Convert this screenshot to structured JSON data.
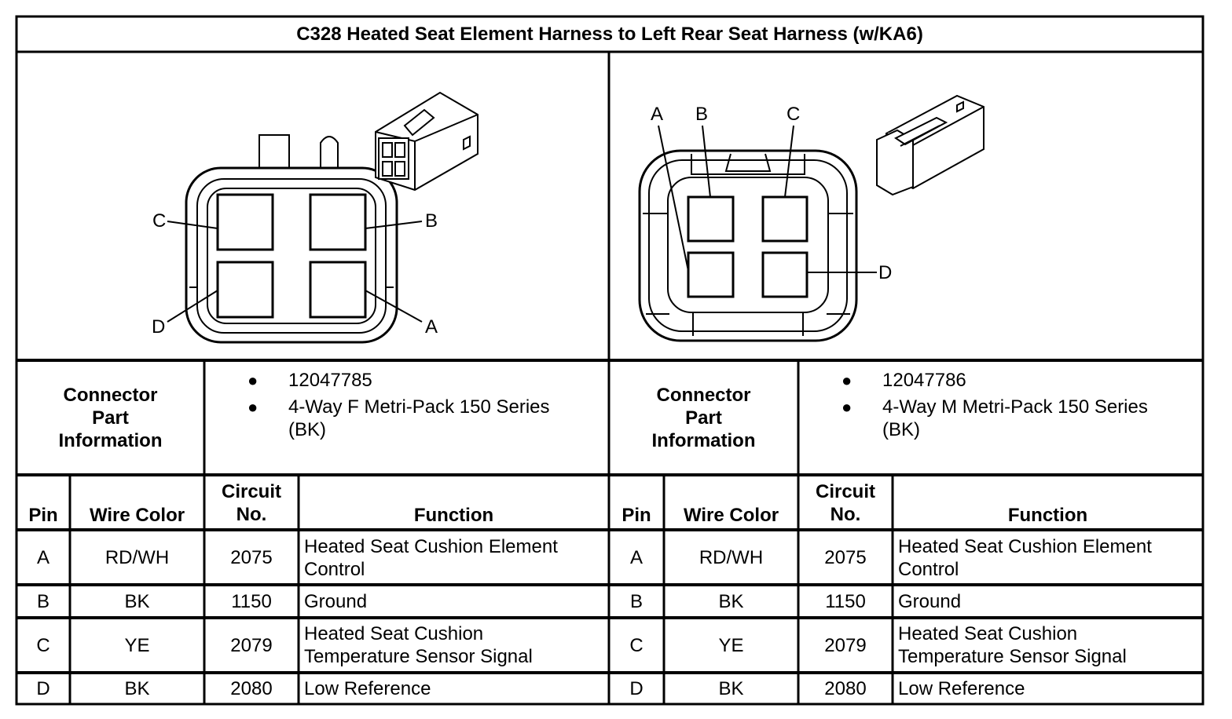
{
  "title": "C328 Heated Seat Element Harness to Left Rear Seat Harness (w/KA6)",
  "left": {
    "pin_labels": [
      "A",
      "B",
      "C",
      "D"
    ],
    "connector_info_label": "Connector Part Information",
    "part_number": "12047785",
    "description": "4-Way F Metri-Pack 150 Series",
    "color": "(BK)"
  },
  "right": {
    "pin_labels": [
      "A",
      "B",
      "C",
      "D"
    ],
    "connector_info_label": "Connector Part Information",
    "part_number": "12047786",
    "description": "4-Way M Metri-Pack 150 Series",
    "color": "(BK)"
  },
  "table": {
    "headers": {
      "pin": "Pin",
      "wire_color": "Wire Color",
      "circuit_line1": "Circuit",
      "circuit_line2": "No.",
      "function": "Function"
    },
    "rows": [
      {
        "pin": "A",
        "wire": "RD/WH",
        "circuit": "2075",
        "function_line1": "Heated Seat Cushion Element",
        "function_line2": "Control"
      },
      {
        "pin": "B",
        "wire": "BK",
        "circuit": "1150",
        "function_line1": "Ground",
        "function_line2": ""
      },
      {
        "pin": "C",
        "wire": "YE",
        "circuit": "2079",
        "function_line1": "Heated Seat Cushion",
        "function_line2": "Temperature Sensor Signal"
      },
      {
        "pin": "D",
        "wire": "BK",
        "circuit": "2080",
        "function_line1": "Low Reference",
        "function_line2": ""
      }
    ]
  }
}
